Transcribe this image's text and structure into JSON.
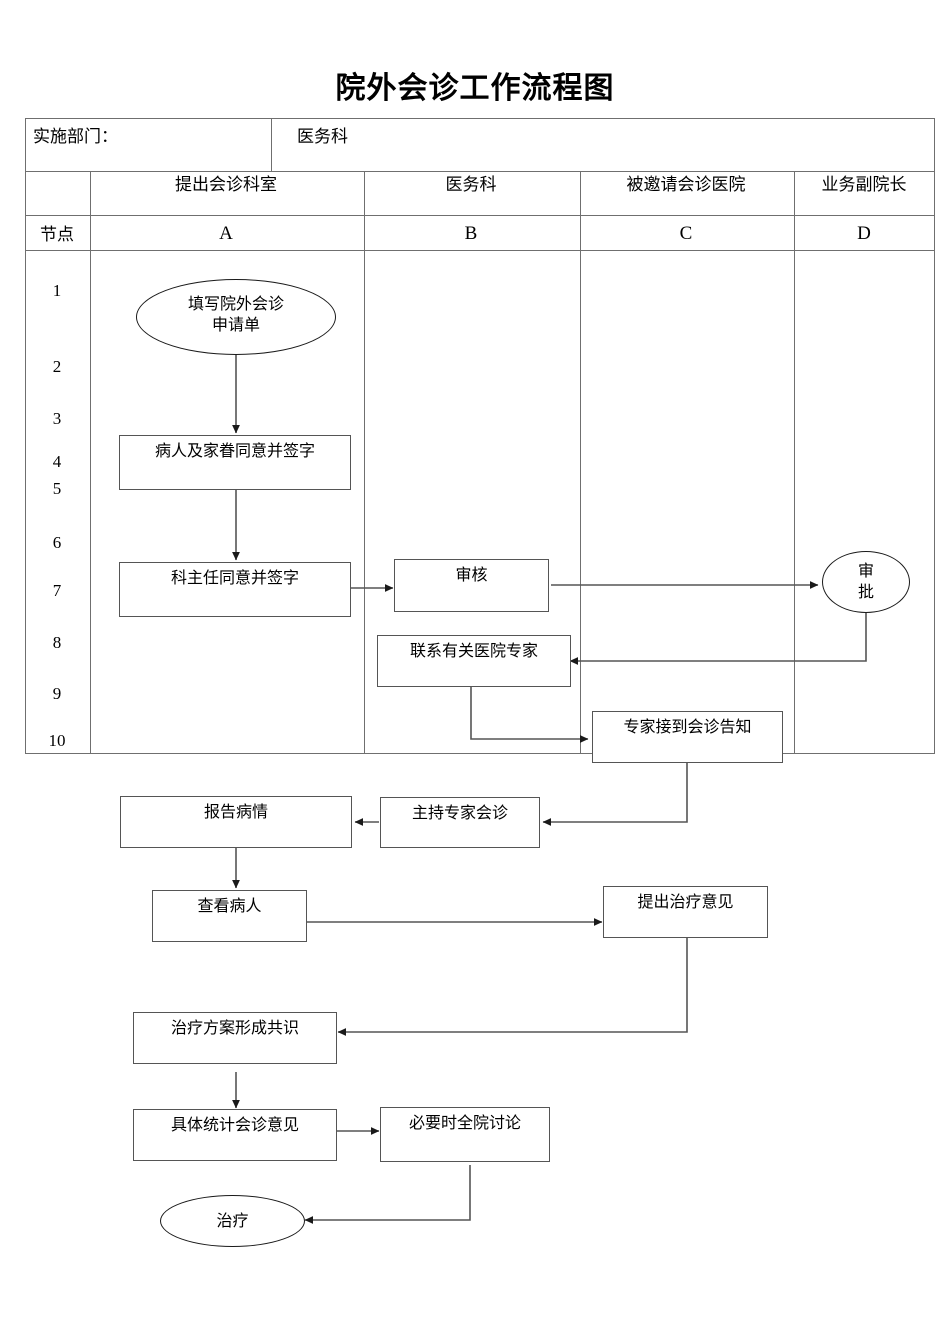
{
  "document": {
    "title": "院外会诊工作流程图"
  },
  "header": {
    "dept_label": "实施部门：",
    "dept_value": "医务科"
  },
  "columns": {
    "node_header": "节点",
    "roles": [
      "提出会诊科室",
      "医务科",
      "被邀请会诊医院",
      "业务副院长"
    ],
    "letters": [
      "A",
      "B",
      "C",
      "D"
    ]
  },
  "node_numbers": [
    "1",
    "2",
    "3",
    "4",
    "5",
    "6",
    "7",
    "8",
    "9",
    "10"
  ],
  "chart_data": {
    "type": "diagram",
    "title": "院外会诊工作流程图",
    "swimlanes": [
      {
        "letter": "A",
        "role": "提出会诊科室"
      },
      {
        "letter": "B",
        "role": "医务科"
      },
      {
        "letter": "C",
        "role": "被邀请会诊医院"
      },
      {
        "letter": "D",
        "role": "业务副院长"
      }
    ],
    "nodes": [
      {
        "id": "n1",
        "label": "填写院外会诊申请单",
        "shape": "ellipse",
        "lane": "A",
        "node": 1
      },
      {
        "id": "n2",
        "label": "病人及家眷同意并签字",
        "shape": "box",
        "lane": "A",
        "node": 4
      },
      {
        "id": "n3",
        "label": "科主任同意并签字",
        "shape": "box",
        "lane": "A",
        "node": 7
      },
      {
        "id": "n4",
        "label": "审核",
        "shape": "box",
        "lane": "B",
        "node": 7
      },
      {
        "id": "n5",
        "label": "审批",
        "shape": "ellipse",
        "lane": "D",
        "node": 7
      },
      {
        "id": "n6",
        "label": "联系有关医院专家",
        "shape": "box",
        "lane": "B",
        "node": 8
      },
      {
        "id": "n7",
        "label": "专家接到会诊告知",
        "shape": "box",
        "lane": "C",
        "node": 10
      },
      {
        "id": "n8",
        "label": "主持专家会诊",
        "shape": "box",
        "lane": "B"
      },
      {
        "id": "n9",
        "label": "报告病情",
        "shape": "box",
        "lane": "A"
      },
      {
        "id": "n10",
        "label": "查看病人",
        "shape": "box",
        "lane": "A"
      },
      {
        "id": "n11",
        "label": "提出治疗意见",
        "shape": "box",
        "lane": "C"
      },
      {
        "id": "n12",
        "label": "治疗方案形成共识",
        "shape": "box",
        "lane": "A"
      },
      {
        "id": "n13",
        "label": "具体统计会诊意见",
        "shape": "box",
        "lane": "A"
      },
      {
        "id": "n14",
        "label": "必要时全院讨论",
        "shape": "box",
        "lane": "B"
      },
      {
        "id": "n15",
        "label": "治疗",
        "shape": "ellipse",
        "lane": "A"
      }
    ],
    "edges": [
      {
        "from": "n1",
        "to": "n2"
      },
      {
        "from": "n2",
        "to": "n3"
      },
      {
        "from": "n3",
        "to": "n4"
      },
      {
        "from": "n4",
        "to": "n5"
      },
      {
        "from": "n5",
        "to": "n6"
      },
      {
        "from": "n6",
        "to": "n7"
      },
      {
        "from": "n7",
        "to": "n8"
      },
      {
        "from": "n8",
        "to": "n9"
      },
      {
        "from": "n9",
        "to": "n10"
      },
      {
        "from": "n10",
        "to": "n11"
      },
      {
        "from": "n11",
        "to": "n12"
      },
      {
        "from": "n12",
        "to": "n13"
      },
      {
        "from": "n13",
        "to": "n14"
      },
      {
        "from": "n14",
        "to": "n15"
      }
    ]
  },
  "shapes": {
    "apply_form_line1": "填写院外会诊",
    "apply_form_line2": "申请单",
    "patient_consent": "病人及家眷同意并签字",
    "director_sign": "科主任同意并签字",
    "review": "审核",
    "approve_line1": "审",
    "approve_line2": "批",
    "contact_experts": "联系有关医院专家",
    "expert_notified": "专家接到会诊告知",
    "host_consult": "主持专家会诊",
    "report_condition": "报告病情",
    "examine_patient": "查看病人",
    "treatment_opinion": "提出治疗意见",
    "plan_consensus": "治疗方案形成共识",
    "summarize_opinion": "具体统计会诊意见",
    "hospital_discussion": "必要时全院讨论",
    "treat": "治疗"
  },
  "colors": {
    "line": "#555555",
    "table_border": "#6f6f6f",
    "text": "#000000",
    "background": "#ffffff"
  }
}
